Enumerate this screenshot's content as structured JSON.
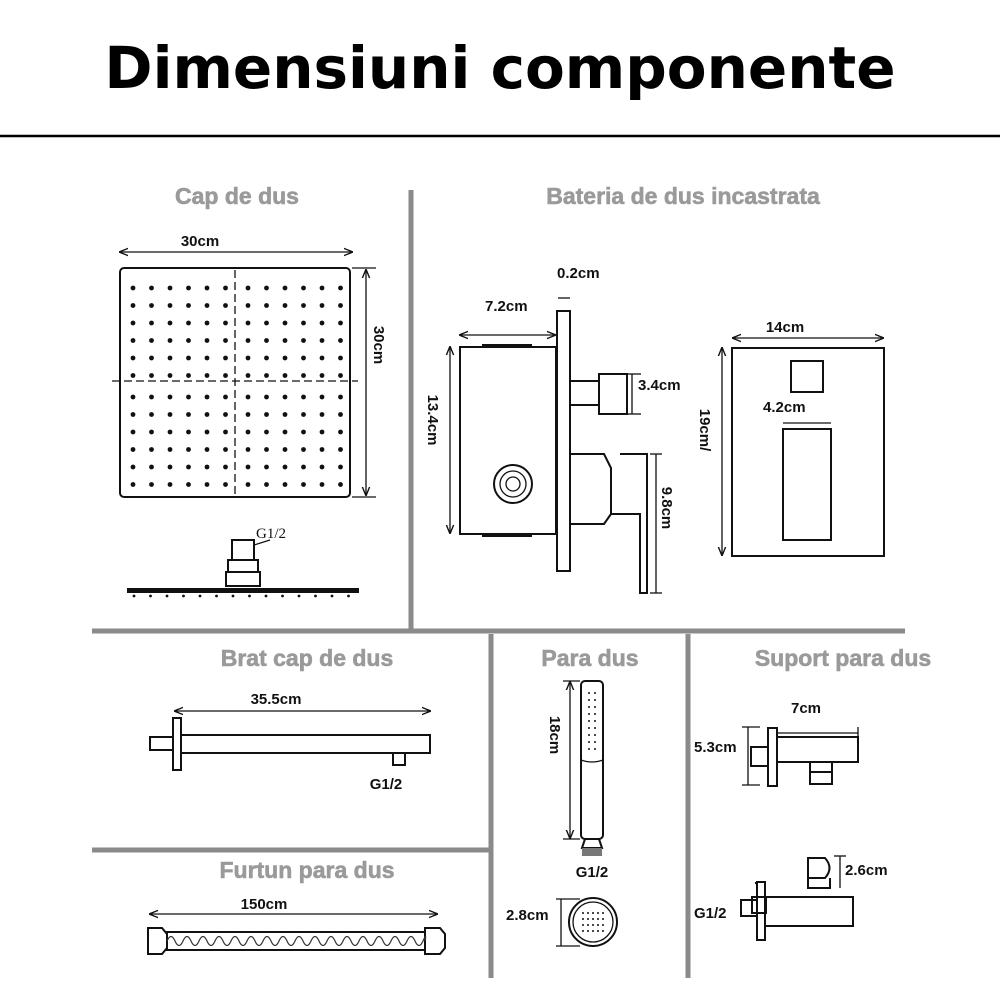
{
  "title": "Dimensiuni componente",
  "sections": {
    "shower_head": {
      "title": "Cap de dus",
      "width": "30cm",
      "height": "30cm",
      "thread": "G1/2"
    },
    "mixer": {
      "title": "Bateria de dus incastrata",
      "plate_thickness": "0.2cm",
      "depth": "7.2cm",
      "body_height": "13.4cm",
      "knob": "3.4cm",
      "lever": "9.8cm",
      "plate_width": "14cm",
      "plate_height": "19cm/",
      "handle_width": "4.2cm"
    },
    "arm": {
      "title": "Brat cap de dus",
      "length": "35.5cm",
      "thread": "G1/2"
    },
    "hand_shower": {
      "title": "Para dus",
      "length": "18cm",
      "thread": "G1/2",
      "diameter": "2.8cm"
    },
    "holder": {
      "title": "Suport para dus",
      "length": "7cm",
      "height": "5.3cm",
      "hook": "2.6cm",
      "thread": "G1/2"
    },
    "hose": {
      "title": "Furtun para dus",
      "length": "150cm"
    }
  }
}
